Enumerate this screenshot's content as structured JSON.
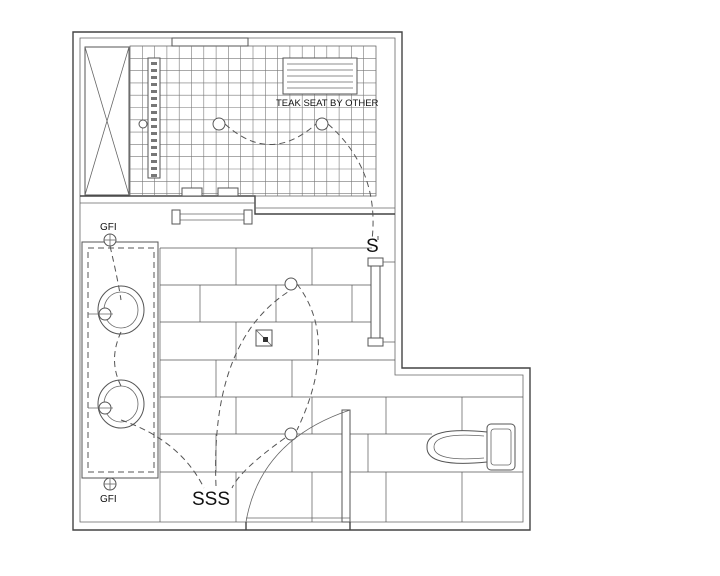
{
  "plan": {
    "shower_label": "TEAK SEAT BY OTHER",
    "gfi_top": "GFI",
    "gfi_bottom": "GFI",
    "switch_main": "S",
    "switch_group": "SSS"
  }
}
